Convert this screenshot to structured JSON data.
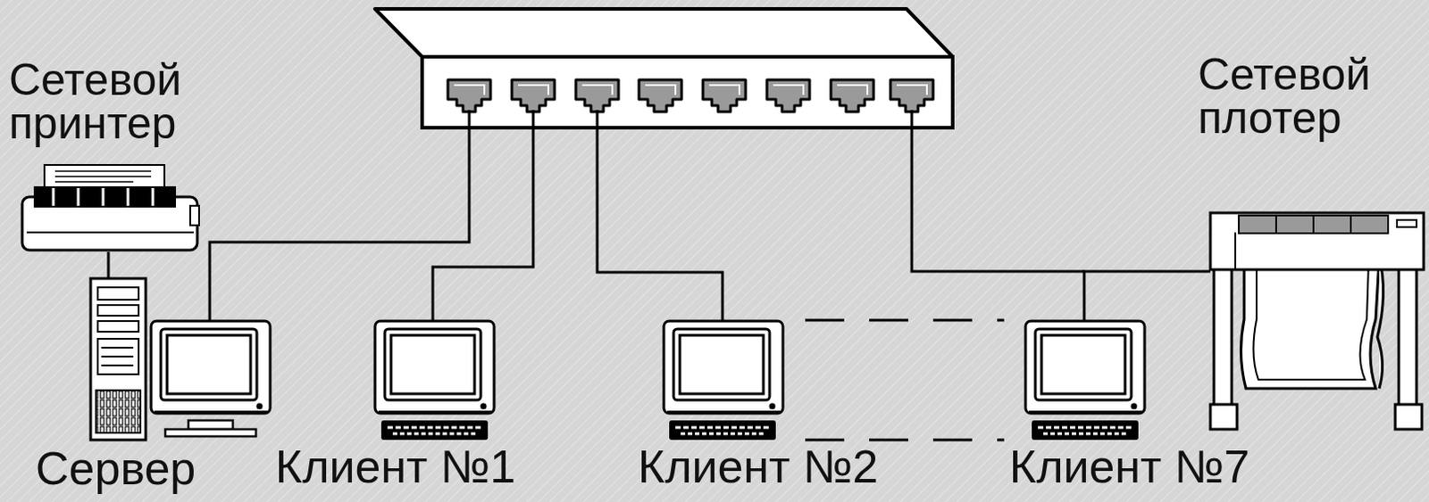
{
  "diagram": {
    "nodes": [
      {
        "text": [
          "Сетевой принтер"
        ]
      },
      {
        "text": [
          "Сервер"
        ]
      },
      {
        "text": [
          "Клиент №1"
        ]
      },
      {
        "text": [
          "Клиент №2"
        ]
      },
      {
        "text": [
          "Клиент №7"
        ]
      },
      {
        "text": [
          "Сетевой плотер"
        ]
      }
    ],
    "edges": [
      {
        "from": 0,
        "to": 1,
        "arrow": "none"
      },
      {
        "from": 4,
        "to": 5,
        "arrow": "none"
      }
    ]
  }
}
